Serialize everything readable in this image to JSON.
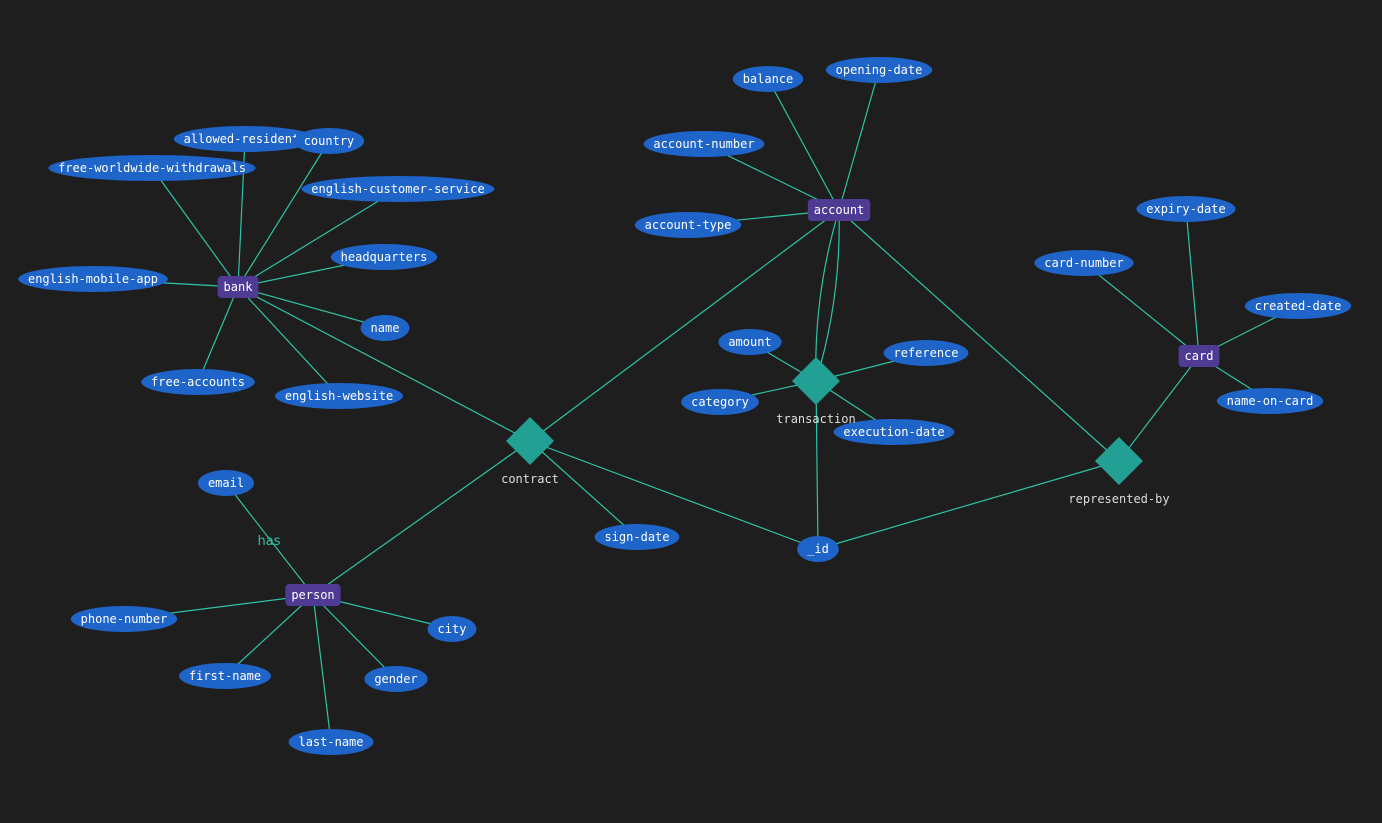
{
  "colors": {
    "background": "#1e1e1e",
    "edge": "#2ec4a6",
    "entity_fill": "#4f3a94",
    "attribute_fill": "#1f64c8",
    "relation_fill": "#22a093",
    "text": "#ffffff",
    "relation_label": "#dddddd",
    "edge_label": "#2ec4a6"
  },
  "entities": [
    {
      "id": "bank",
      "label": "bank"
    },
    {
      "id": "account",
      "label": "account"
    },
    {
      "id": "card",
      "label": "card"
    },
    {
      "id": "person",
      "label": "person"
    }
  ],
  "relations": [
    {
      "id": "contract",
      "label": "contract"
    },
    {
      "id": "transaction",
      "label": "transaction"
    },
    {
      "id": "represented-by",
      "label": "represented-by"
    }
  ],
  "attributes": [
    {
      "id": "allowed-residents",
      "label": "allowed-residents"
    },
    {
      "id": "country",
      "label": "country"
    },
    {
      "id": "free-worldwide-withdrawals",
      "label": "free-worldwide-withdrawals"
    },
    {
      "id": "english-customer-service",
      "label": "english-customer-service"
    },
    {
      "id": "headquarters",
      "label": "headquarters"
    },
    {
      "id": "english-mobile-app",
      "label": "english-mobile-app"
    },
    {
      "id": "name",
      "label": "name"
    },
    {
      "id": "free-accounts",
      "label": "free-accounts"
    },
    {
      "id": "english-website",
      "label": "english-website"
    },
    {
      "id": "balance",
      "label": "balance"
    },
    {
      "id": "opening-date",
      "label": "opening-date"
    },
    {
      "id": "account-number",
      "label": "account-number"
    },
    {
      "id": "account-type",
      "label": "account-type"
    },
    {
      "id": "amount",
      "label": "amount"
    },
    {
      "id": "reference",
      "label": "reference"
    },
    {
      "id": "category",
      "label": "category"
    },
    {
      "id": "execution-date",
      "label": "execution-date"
    },
    {
      "id": "expiry-date",
      "label": "expiry-date"
    },
    {
      "id": "card-number",
      "label": "card-number"
    },
    {
      "id": "created-date",
      "label": "created-date"
    },
    {
      "id": "name-on-card",
      "label": "name-on-card"
    },
    {
      "id": "email",
      "label": "email"
    },
    {
      "id": "phone-number",
      "label": "phone-number"
    },
    {
      "id": "city",
      "label": "city"
    },
    {
      "id": "first-name",
      "label": "first-name"
    },
    {
      "id": "gender",
      "label": "gender"
    },
    {
      "id": "last-name",
      "label": "last-name"
    },
    {
      "id": "sign-date",
      "label": "sign-date"
    },
    {
      "id": "_id",
      "label": "_id"
    }
  ],
  "edges": [
    {
      "from": "bank",
      "to": "allowed-residents"
    },
    {
      "from": "bank",
      "to": "country"
    },
    {
      "from": "bank",
      "to": "free-worldwide-withdrawals"
    },
    {
      "from": "bank",
      "to": "english-customer-service"
    },
    {
      "from": "bank",
      "to": "headquarters"
    },
    {
      "from": "bank",
      "to": "english-mobile-app"
    },
    {
      "from": "bank",
      "to": "name"
    },
    {
      "from": "bank",
      "to": "free-accounts"
    },
    {
      "from": "bank",
      "to": "english-website"
    },
    {
      "from": "bank",
      "to": "contract"
    },
    {
      "from": "account",
      "to": "balance"
    },
    {
      "from": "account",
      "to": "opening-date"
    },
    {
      "from": "account",
      "to": "account-number"
    },
    {
      "from": "account",
      "to": "account-type"
    },
    {
      "from": "account",
      "to": "contract"
    },
    {
      "from": "account",
      "to": "transaction",
      "curve": "left"
    },
    {
      "from": "account",
      "to": "transaction",
      "curve": "right"
    },
    {
      "from": "account",
      "to": "represented-by"
    },
    {
      "from": "transaction",
      "to": "amount"
    },
    {
      "from": "transaction",
      "to": "reference"
    },
    {
      "from": "transaction",
      "to": "category"
    },
    {
      "from": "transaction",
      "to": "execution-date"
    },
    {
      "from": "transaction",
      "to": "_id"
    },
    {
      "from": "card",
      "to": "expiry-date"
    },
    {
      "from": "card",
      "to": "card-number"
    },
    {
      "from": "card",
      "to": "created-date"
    },
    {
      "from": "card",
      "to": "name-on-card"
    },
    {
      "from": "card",
      "to": "represented-by"
    },
    {
      "from": "person",
      "to": "email",
      "label": "has"
    },
    {
      "from": "person",
      "to": "phone-number"
    },
    {
      "from": "person",
      "to": "city"
    },
    {
      "from": "person",
      "to": "first-name"
    },
    {
      "from": "person",
      "to": "gender"
    },
    {
      "from": "person",
      "to": "last-name"
    },
    {
      "from": "person",
      "to": "contract"
    },
    {
      "from": "contract",
      "to": "sign-date"
    },
    {
      "from": "contract",
      "to": "_id"
    },
    {
      "from": "represented-by",
      "to": "_id"
    }
  ]
}
